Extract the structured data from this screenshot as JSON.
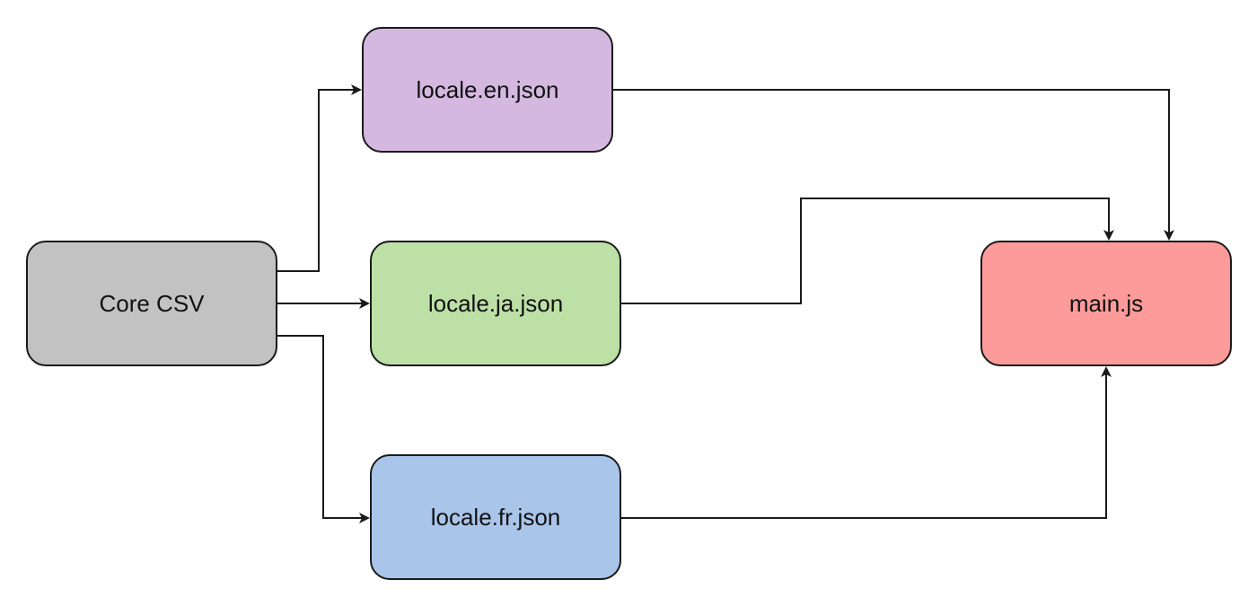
{
  "nodes": {
    "core_csv": {
      "label": "Core CSV",
      "color": "#c2c2c2"
    },
    "locale_en": {
      "label": "locale.en.json",
      "color": "#d4b8e0"
    },
    "locale_ja": {
      "label": "locale.ja.json",
      "color": "#bde0a6"
    },
    "locale_fr": {
      "label": "locale.fr.json",
      "color": "#a9c5e9"
    },
    "main_js": {
      "label": "main.js",
      "color": "#fd9a9a"
    }
  },
  "edges": [
    {
      "from": "Core CSV",
      "to": "locale.en.json"
    },
    {
      "from": "Core CSV",
      "to": "locale.ja.json"
    },
    {
      "from": "Core CSV",
      "to": "locale.fr.json"
    },
    {
      "from": "locale.en.json",
      "to": "main.js"
    },
    {
      "from": "locale.ja.json",
      "to": "main.js"
    },
    {
      "from": "locale.fr.json",
      "to": "main.js"
    }
  ],
  "colors": {
    "stroke": "#1a1a1a",
    "background": "#ffffff"
  }
}
